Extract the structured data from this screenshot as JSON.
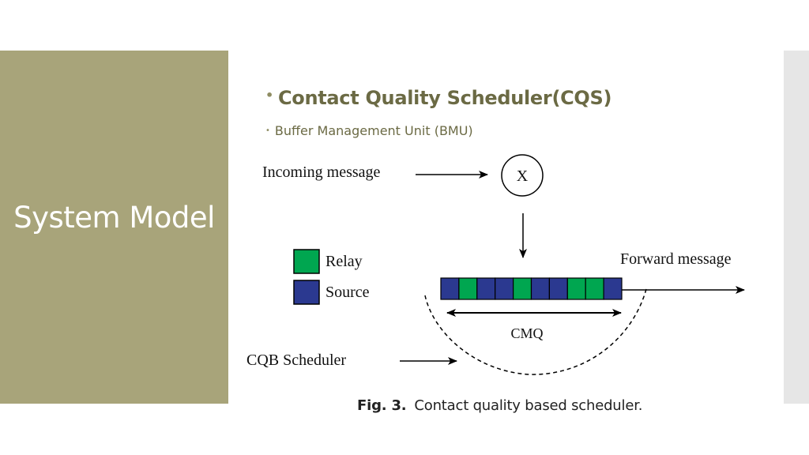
{
  "slide": {
    "title": "System Model"
  },
  "bullets": [
    "Contact Quality Scheduler(CQS)",
    "Buffer Management Unit (BMU)"
  ],
  "diagram": {
    "incoming_label": "Incoming message",
    "node_label": "X",
    "forward_label": "Forward message",
    "legend": [
      {
        "label": "Relay",
        "color": "#00a650"
      },
      {
        "label": "Source",
        "color": "#2b3990"
      }
    ],
    "queue_cells": [
      "source",
      "relay",
      "source",
      "source",
      "relay",
      "source",
      "source",
      "relay",
      "relay",
      "source"
    ],
    "cmq_label": "CMQ",
    "scheduler_label": "CQB Scheduler"
  },
  "caption": {
    "prefix": "Fig. 3.",
    "text": "Contact quality based scheduler."
  }
}
